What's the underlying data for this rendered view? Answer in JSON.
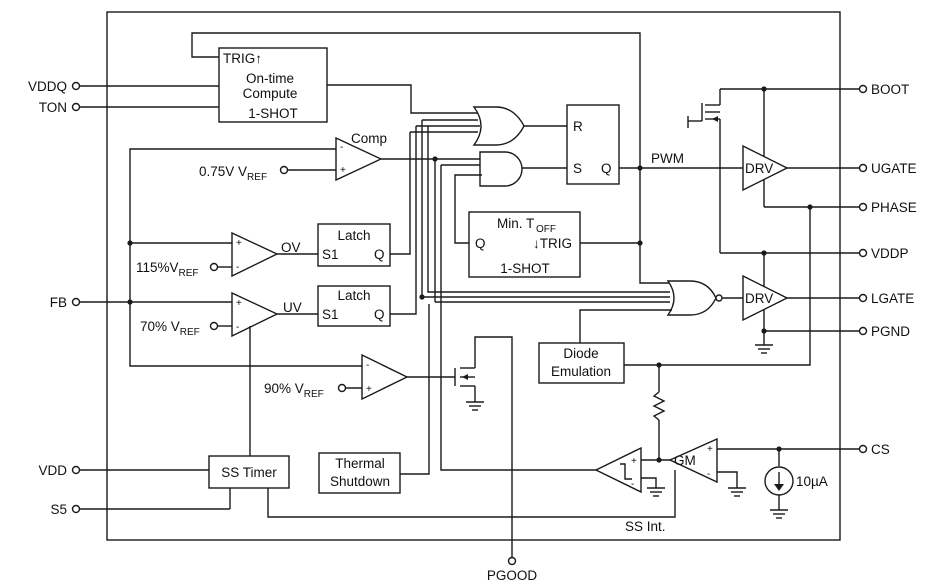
{
  "pins_left": [
    {
      "label": "VDDQ"
    },
    {
      "label": "TON"
    },
    {
      "label": "FB"
    },
    {
      "label": "VDD"
    },
    {
      "label": "S5"
    }
  ],
  "pins_right": [
    {
      "label": "BOOT"
    },
    {
      "label": "UGATE"
    },
    {
      "label": "PHASE"
    },
    {
      "label": "VDDP"
    },
    {
      "label": "LGATE"
    },
    {
      "label": "PGND"
    },
    {
      "label": "CS"
    }
  ],
  "pin_bottom": {
    "label": "PGOOD"
  },
  "blocks": {
    "ontime": {
      "trig": "TRIG↑",
      "line1": "On-time",
      "line2": "Compute",
      "line3": "1-SHOT"
    },
    "sr": {
      "r": "R",
      "s": "S",
      "q": "Q"
    },
    "mintoff": {
      "title": "Min. T",
      "sub": "OFF",
      "q": "Q",
      "trig": "↓TRIG",
      "oneshot": "1-SHOT"
    },
    "latch_ov": {
      "title": "Latch",
      "s1": "S1",
      "q": "Q"
    },
    "latch_uv": {
      "title": "Latch",
      "s1": "S1",
      "q": "Q"
    },
    "ss_timer": {
      "label": "SS Timer"
    },
    "thermal": {
      "line1": "Thermal",
      "line2": "Shutdown"
    },
    "diode": {
      "line1": "Diode",
      "line2": "Emulation"
    },
    "drv_high": {
      "label": "DRV"
    },
    "drv_low": {
      "label": "DRV"
    },
    "gm": {
      "label": "GM"
    }
  },
  "labels": {
    "comp": "Comp",
    "ov": "OV",
    "uv": "UV",
    "pwm": "PWM",
    "ss_int": "SS Int.",
    "current": "10µA",
    "vref_075": "0.75V V",
    "vref_115": "115%V",
    "vref_70": "70% V",
    "vref_90": "90% V",
    "ref_sub": "REF"
  }
}
